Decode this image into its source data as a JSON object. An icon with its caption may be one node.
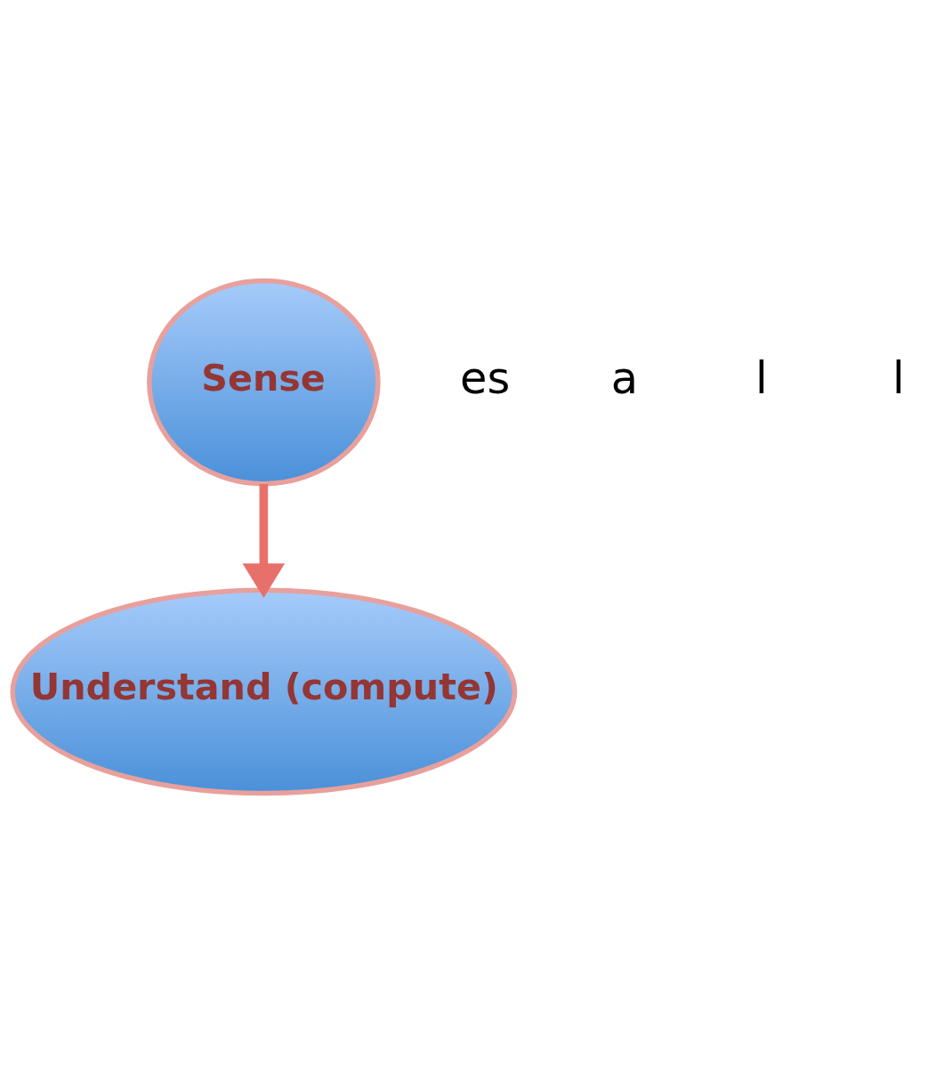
{
  "diagram": {
    "nodes": [
      {
        "text": [
          "Sense"
        ]
      },
      {
        "text": [
          "Understand (compute)"
        ]
      }
    ],
    "edges": [
      {
        "from": 0,
        "to": 1,
        "arrow": "to"
      }
    ],
    "labels": [
      "es",
      "a",
      "l",
      "l"
    ]
  }
}
